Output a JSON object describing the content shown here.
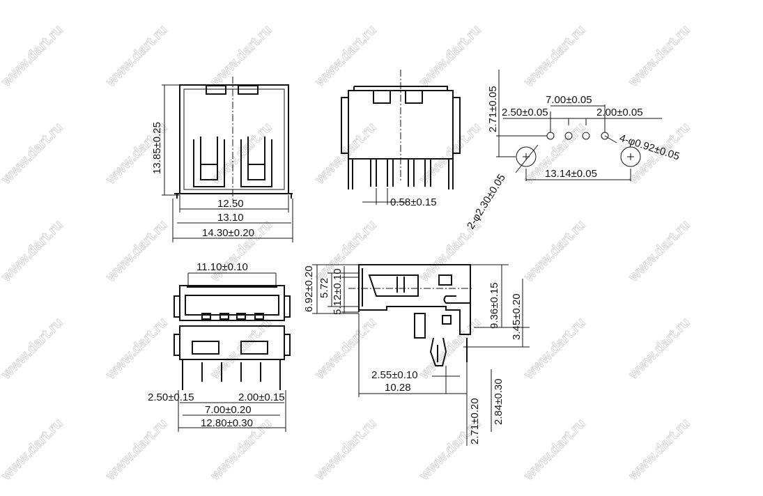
{
  "watermark": "www.dart.ru",
  "front_view": {
    "height": "13.85±0.25",
    "inner_width": "12.50",
    "mid_width": "13.10",
    "outer_width": "14.30±0.20"
  },
  "top_side_view": {
    "pin_width": "0.58±0.15"
  },
  "footprint": {
    "row_offset": "2.71±0.05",
    "pin_span": "7.00±0.05",
    "pitch_outer": "2.50±0.05",
    "pitch_inner": "2.00±0.05",
    "pin_holes": "4-φ0.92±0.05",
    "mount_holes": "2-φ2.30±0.05",
    "mount_span": "13.14±0.05"
  },
  "bottom_view": {
    "top_width": "11.10±0.10",
    "pitch_outer": "2.50±0.15",
    "pitch_inner": "2.00±0.15",
    "pin_span": "7.00±0.20",
    "width": "12.80±0.30"
  },
  "side_view": {
    "h1": "6.92±0.20",
    "h2": "5.72",
    "h3": "5.12±0.10",
    "height": "9.36±0.15",
    "leg_height": "3.45±0.20",
    "leg_width": "2.55±0.10",
    "depth": "10.28",
    "pin_offset": "2.71±0.20",
    "leg_length": "2.84±0.30"
  }
}
